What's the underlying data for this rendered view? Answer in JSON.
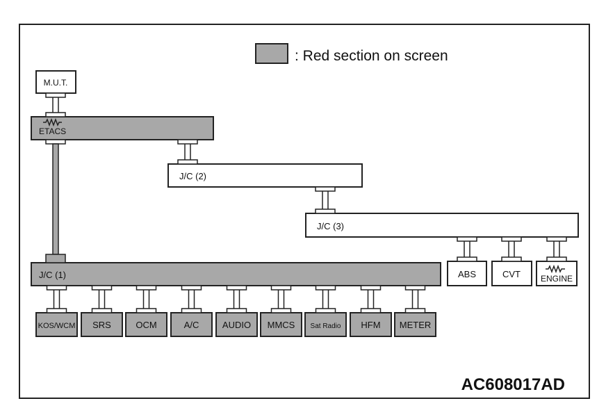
{
  "colors": {
    "red_section": "#a8a8a8",
    "normal": "#ffffff",
    "stroke": "#222222"
  },
  "legend": {
    "label": ": Red section on screen",
    "swatch_state": "red"
  },
  "figure_id": "AC608017AD",
  "units": {
    "mut": {
      "label": "M.U.T.",
      "state": "normal"
    },
    "etacs": {
      "label": "ETACS",
      "state": "red",
      "icon": "resistor-icon"
    },
    "jc2": {
      "label": "J/C (2)",
      "state": "normal"
    },
    "jc3": {
      "label": "J/C (3)",
      "state": "normal"
    },
    "jc1": {
      "label": "J/C (1)",
      "state": "red"
    },
    "abs": {
      "label": "ABS",
      "state": "normal"
    },
    "cvt": {
      "label": "CVT",
      "state": "normal"
    },
    "engine": {
      "label": "ENGINE",
      "state": "normal",
      "icon": "resistor-icon"
    }
  },
  "modules": [
    {
      "label": "KOS/WCM",
      "state": "red"
    },
    {
      "label": "SRS",
      "state": "red"
    },
    {
      "label": "OCM",
      "state": "red"
    },
    {
      "label": "A/C",
      "state": "red"
    },
    {
      "label": "AUDIO",
      "state": "red"
    },
    {
      "label": "MMCS",
      "state": "red"
    },
    {
      "label": "Sat Radio",
      "state": "red"
    },
    {
      "label": "HFM",
      "state": "red"
    },
    {
      "label": "METER",
      "state": "red"
    }
  ]
}
